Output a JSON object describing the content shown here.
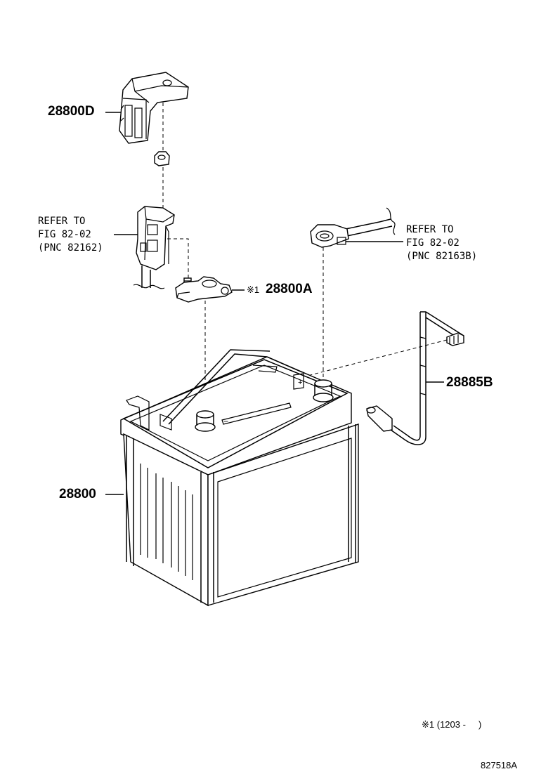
{
  "labels": {
    "cover": "28800D",
    "clamp_neg": "28800A",
    "clamp_neg_note_mark": "※1",
    "cable": "28885B",
    "battery": "28800",
    "refer_left_line1": "REFER TO",
    "refer_left_line2": "FIG 82-02",
    "refer_left_line3": "(PNC 82162)",
    "refer_right_line1": "REFER TO",
    "refer_right_line2": "FIG 82-02",
    "refer_right_line3": "(PNC 82163B)"
  },
  "footnote": "※1 (1203 -     )",
  "figure_id": "827518A",
  "terminal_marks": {
    "minus": "−",
    "plus": "+"
  }
}
